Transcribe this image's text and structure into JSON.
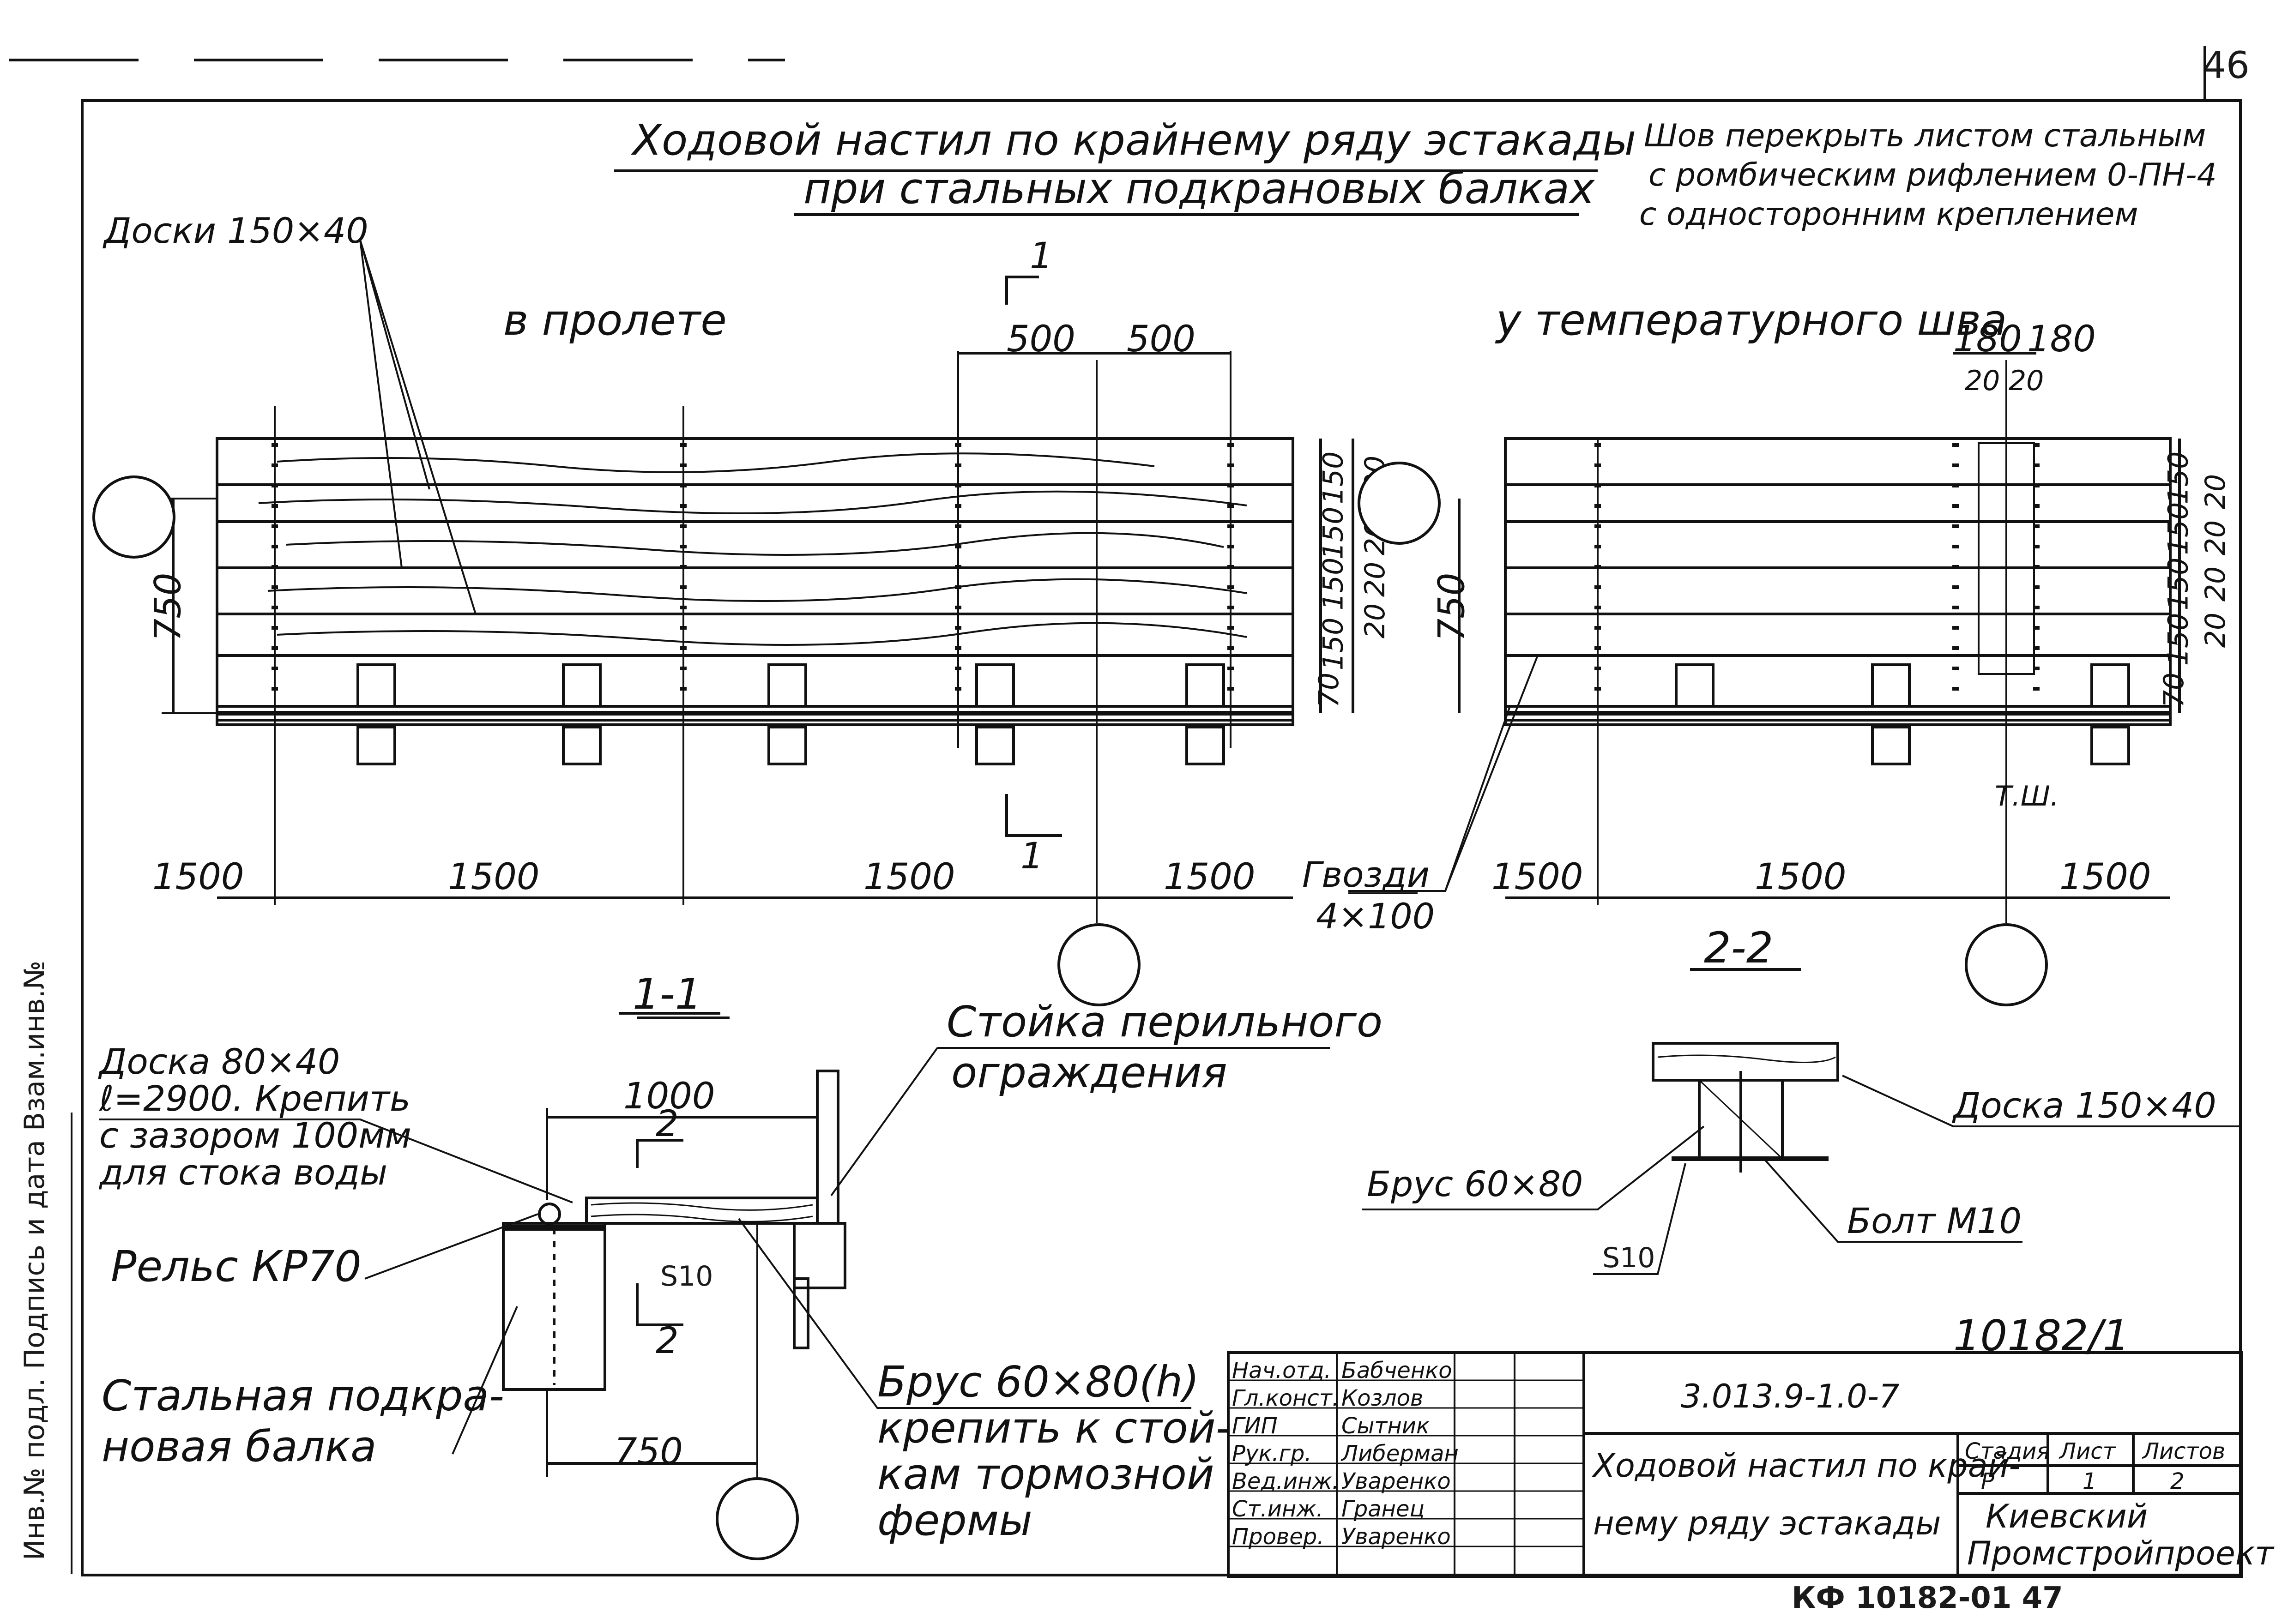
{
  "sheet_number": "46",
  "title": {
    "line1": "Ходовой настил по крайнему ряду эстакады",
    "line2": "при стальных подкрановых балках"
  },
  "note": {
    "line1": "Шов перекрыть листом стальным",
    "line2": "с ромбическим рифлением 0-ПН-4",
    "line3": "с односторонним креплением"
  },
  "plan_left": {
    "caption": "в пролете",
    "boards_label": "Доски 150×40",
    "section_mark": "1",
    "dims_top": [
      "500",
      "500"
    ],
    "dims_bottom": [
      "1500",
      "1500",
      "1500",
      "1500"
    ],
    "dim_height": "750",
    "dims_right_a": [
      "150",
      "150",
      "150",
      "150",
      "70"
    ],
    "dims_right_b": [
      "20",
      "20",
      "20",
      "20"
    ],
    "nails_label_1": "Гвозди",
    "nails_label_2": "4×100"
  },
  "plan_right": {
    "caption": "у температурного шва",
    "dims_top": [
      "180",
      "180"
    ],
    "dims_top_small": [
      "20",
      "20"
    ],
    "dims_bottom": [
      "1500",
      "1500",
      "1500"
    ],
    "dim_height": "750",
    "dims_right_a": [
      "150",
      "150",
      "150",
      "150",
      "70"
    ],
    "dims_right_b": [
      "20",
      "20",
      "20",
      "20"
    ],
    "joint_label": "Т.Ш."
  },
  "section_1_1": {
    "caption": "1-1",
    "board_label": [
      "Доска 80×40",
      "ℓ=2900. Крепить",
      "с зазором 100мм",
      "для стока воды"
    ],
    "rail_label": "Рельс КР70",
    "beam_label": [
      "Стальная подкра-",
      "новая балка"
    ],
    "post_label": [
      "Стойка перильного",
      "ограждения"
    ],
    "bar_label": [
      "Брус 60×80(h)",
      "крепить к стой-",
      "кам тормозной",
      "фермы"
    ],
    "dim_1000": "1000",
    "dim_750": "750",
    "mark_2": "2",
    "s10": "S10"
  },
  "section_2_2": {
    "caption": "2-2",
    "board_label": "Доска 150×40",
    "bar_label": "Брус 60×80",
    "bolt_label": "Болт М10",
    "s10": "S10"
  },
  "side_stamp": "Инв.№ подл. Подпись и дата Взам.инв.№",
  "doc_ref": "10182/1",
  "title_block": {
    "code": "3.013.9-1.0-7",
    "name_line1": "Ходовой настил по край-",
    "name_line2": "нему ряду эстакады",
    "org_line1": "Киевский",
    "org_line2": "Промстройпроект",
    "col_stage": "Стадия",
    "col_sheet": "Лист",
    "col_sheets": "Листов",
    "stage": "Р",
    "sheet": "1",
    "sheets": "2",
    "rows": [
      {
        "role": "Нач.отд.",
        "name": "Бабченко"
      },
      {
        "role": "Гл.конст.",
        "name": "Козлов"
      },
      {
        "role": "ГИП",
        "name": "Сытник"
      },
      {
        "role": "Рук.гр.",
        "name": "Либерман"
      },
      {
        "role": "Вед.инж.",
        "name": "Уваренко"
      },
      {
        "role": "Ст.инж.",
        "name": "Гранец"
      },
      {
        "role": "Провер.",
        "name": "Уваренко"
      }
    ]
  },
  "footer_code": "КФ 10182-01  47"
}
